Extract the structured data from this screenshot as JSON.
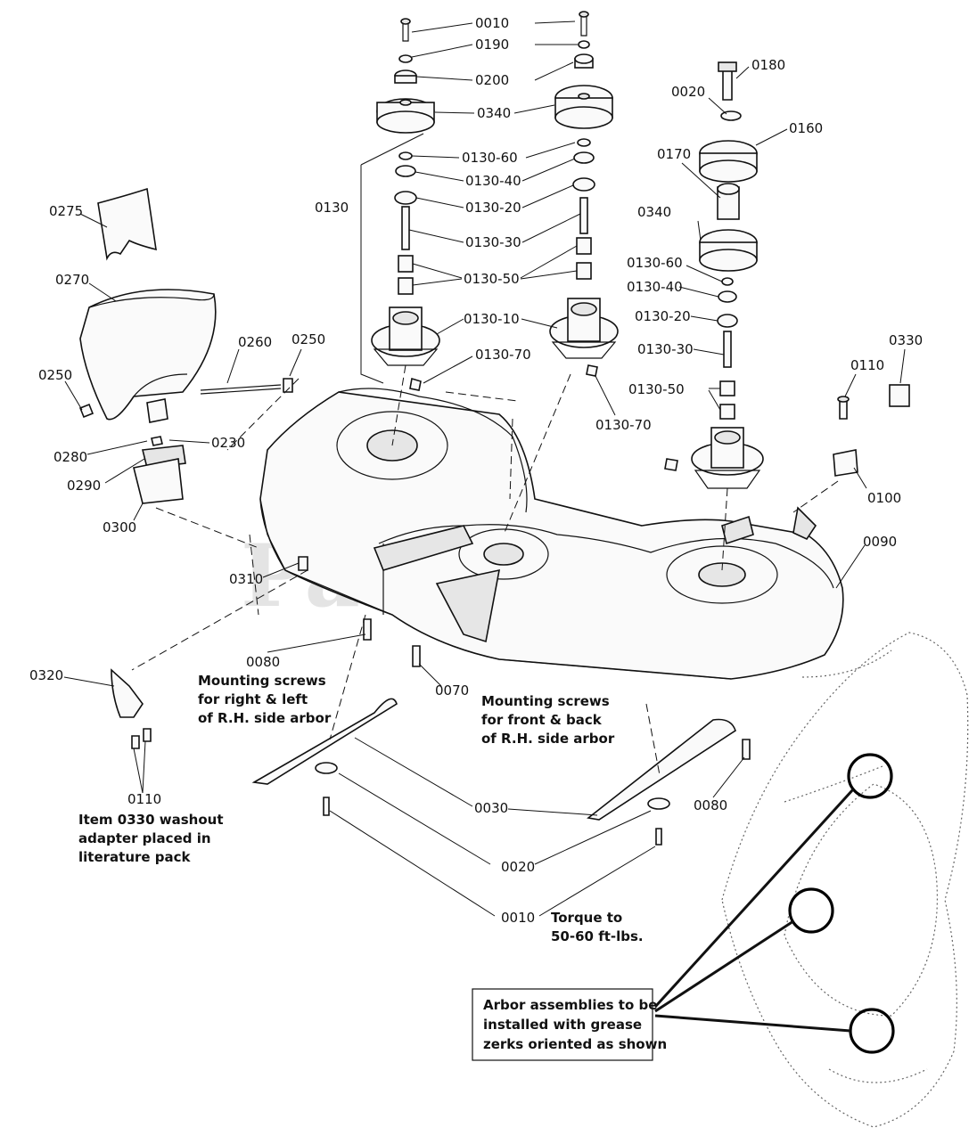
{
  "watermark": "PartsTree",
  "labels": {
    "p0010_top": "0010",
    "p0190": "0190",
    "p0200": "0200",
    "p0340_left": "0340",
    "p0130_60_a": "0130-60",
    "p0130_40_a": "0130-40",
    "p0130_20_a": "0130-20",
    "p0130_30_a": "0130-30",
    "p0130_50_a": "0130-50",
    "p0130_10": "0130-10",
    "p0130_70_a": "0130-70",
    "p0130_70_b": "0130-70",
    "p0130": "0130",
    "p0275": "0275",
    "p0270": "0270",
    "p0260": "0260",
    "p0250_right": "0250",
    "p0250_left": "0250",
    "p0230": "0230",
    "p0280": "0280",
    "p0290": "0290",
    "p0300": "0300",
    "p0310": "0310",
    "p0180": "0180",
    "p0020_top": "0020",
    "p0160": "0160",
    "p0170": "0170",
    "p0340_right": "0340",
    "p0130_60_b": "0130-60",
    "p0130_40_b": "0130-40",
    "p0130_20_b": "0130-20",
    "p0130_30_b": "0130-30",
    "p0130_50_b": "0130-50",
    "p0330": "0330",
    "p0110_top": "0110",
    "p0100": "0100",
    "p0090": "0090",
    "p0080_left": "0080",
    "p0070": "0070",
    "p0320": "0320",
    "p0110_bottom": "0110",
    "p0030": "0030",
    "p0080_right": "0080",
    "p0020_bottom": "0020",
    "p0010_bottom": "0010"
  },
  "notes": {
    "mount_rl": [
      "Mounting screws",
      "for right & left",
      "of R.H. side arbor"
    ],
    "mount_fb": [
      "Mounting screws",
      "for front & back",
      "of R.H. side arbor"
    ],
    "washout": [
      "Item 0330 washout",
      "adapter placed in",
      "literature pack"
    ],
    "torque": [
      "Torque to",
      "50-60 ft-lbs."
    ],
    "arbor_box": [
      "Arbor assemblies to be",
      "installed with grease",
      "zerks oriented as shown"
    ]
  }
}
